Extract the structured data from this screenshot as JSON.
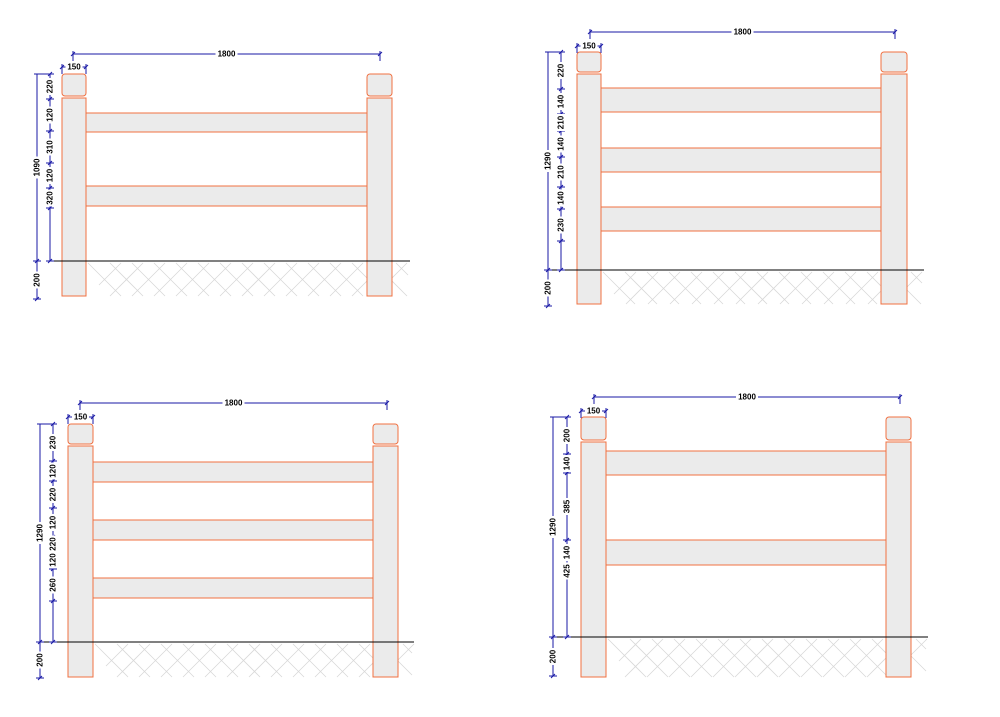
{
  "diagrams": [
    {
      "id": "two-rail",
      "width_label": "1800",
      "post_label": "150",
      "height_label": "1090",
      "burial_label": "200",
      "segments": [
        "220",
        "120",
        "310",
        "120",
        "320"
      ],
      "rails": 2
    },
    {
      "id": "three-rail-a",
      "width_label": "1800",
      "post_label": "150",
      "height_label": "1290",
      "burial_label": "200",
      "segments": [
        "220",
        "140",
        "210",
        "140",
        "210",
        "140",
        "230"
      ],
      "rails": 3
    },
    {
      "id": "three-rail-b",
      "width_label": "1800",
      "post_label": "150",
      "height_label": "1290",
      "burial_label": "200",
      "segments": [
        "230",
        "120",
        "220",
        "120",
        "220",
        "120",
        "260"
      ],
      "rails": 3
    },
    {
      "id": "two-rail-tall",
      "width_label": "1800",
      "post_label": "150",
      "height_label": "1290",
      "burial_label": "200",
      "segments": [
        "200",
        "140",
        "385",
        "140",
        "425"
      ],
      "rails": 2
    }
  ],
  "colors": {
    "dimension": "#1a1aa6",
    "outline": "#f07040",
    "fill": "#ebebeb",
    "ground": "#000000",
    "hatch": "#d8d8d8"
  }
}
